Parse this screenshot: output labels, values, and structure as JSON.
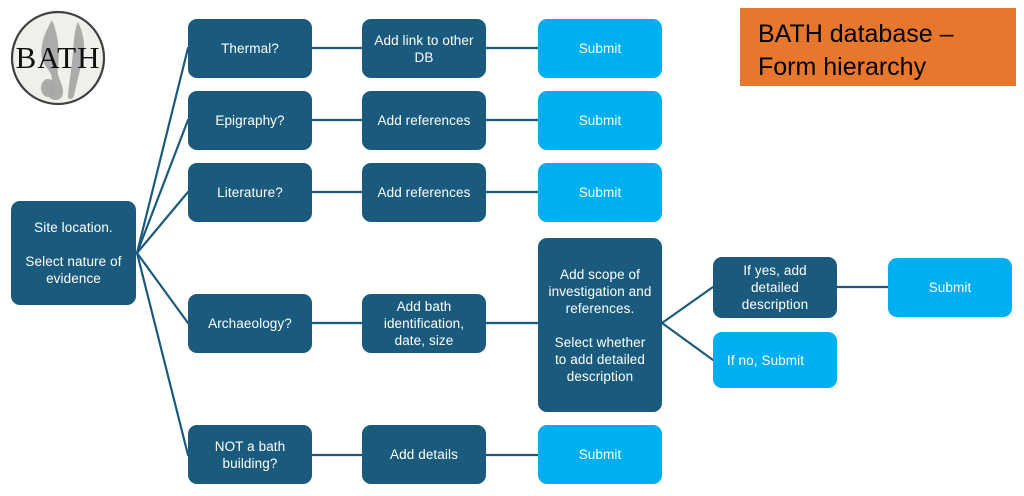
{
  "title_box": {
    "text": "BATH database –\nForm hierarchy",
    "bg_color": "#E8772E",
    "text_color": "#000000"
  },
  "logo": {
    "label": "BATH",
    "alt": "BATH circular logo with footprint and strigil",
    "circle_fill": "#EFEFEC",
    "circle_stroke": "#3F3F3F",
    "glyph_fill": "#A7A7A7"
  },
  "colors": {
    "dark_blue": "#1A5B7D",
    "light_blue": "#00AFEF",
    "orange": "#E8772E",
    "edge": "#1A5B7D",
    "node_text": "#FFFFFF",
    "background": "#FFFFFF"
  },
  "nodes": {
    "root": {
      "label": "Site location.\n\nSelect nature of\nevidence",
      "kind": "dark"
    },
    "thermal": {
      "label": "Thermal?",
      "kind": "dark"
    },
    "thermal_action": {
      "label": "Add link to other\nDB",
      "kind": "dark"
    },
    "thermal_submit": {
      "label": "Submit",
      "kind": "light"
    },
    "epigraphy": {
      "label": "Epigraphy?",
      "kind": "dark"
    },
    "epigraphy_action": {
      "label": "Add references",
      "kind": "dark"
    },
    "epigraphy_submit": {
      "label": "Submit",
      "kind": "light"
    },
    "literature": {
      "label": "Literature?",
      "kind": "dark"
    },
    "literature_action": {
      "label": "Add references",
      "kind": "dark"
    },
    "literature_submit": {
      "label": "Submit",
      "kind": "light"
    },
    "archaeology": {
      "label": "Archaeology?",
      "kind": "dark"
    },
    "archaeology_action": {
      "label": "Add bath\nidentification,\ndate, size",
      "kind": "dark"
    },
    "archaeology_scope": {
      "label": "Add scope of\ninvestigation and\nreferences.\n\nSelect whether\nto add detailed\ndescription",
      "kind": "dark"
    },
    "if_yes": {
      "label": "If yes, add\ndetailed\ndescription",
      "kind": "dark"
    },
    "if_yes_submit": {
      "label": "Submit",
      "kind": "light"
    },
    "if_no": {
      "label": "If no, Submit",
      "kind": "light"
    },
    "not_bath": {
      "label": "NOT a bath\nbuilding?",
      "kind": "dark"
    },
    "not_bath_action": {
      "label": "Add details",
      "kind": "dark"
    },
    "not_bath_submit": {
      "label": "Submit",
      "kind": "light"
    }
  }
}
